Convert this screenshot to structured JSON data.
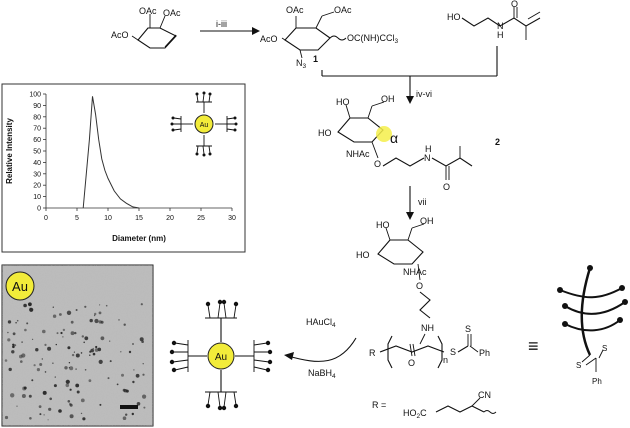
{
  "scheme": {
    "steps": {
      "step1": "i-iii",
      "step2": "iv-vi",
      "step3": "vii",
      "reduction_top": "HAuCl",
      "reduction_top_sub": "4",
      "reduction_bottom": "NaBH",
      "reduction_bottom_sub": "4"
    },
    "compounds": {
      "c1": "1",
      "c2": "2"
    },
    "groups": {
      "OAc": "OAc",
      "AcO": "AcO",
      "OCNHCCl3": "OC(NH)CCl",
      "OCNHCCl3_sub": "3",
      "N3": "N",
      "N3_sub": "3",
      "HO": "HO",
      "OH": "OH",
      "O": "O",
      "H": "H",
      "N": "N",
      "NHAc": "NHAc",
      "alpha": "α",
      "R": "R",
      "n": "n",
      "S": "S",
      "Ph": "Ph",
      "R_eq": "R =",
      "HO2C": "HO",
      "HO2C_sub": "2",
      "HO2C_tail": "C",
      "CN": "CN",
      "equiv": "≡",
      "Au": "Au"
    }
  },
  "dls_chart": {
    "chart_data": {
      "type": "line",
      "xlabel": "Diameter (nm)",
      "ylabel": "Relative Intensity",
      "xlim": [
        0,
        30
      ],
      "ylim": [
        0,
        100
      ],
      "xticks": [
        "0",
        "5",
        "10",
        "15",
        "20",
        "25",
        "30"
      ],
      "yticks": [
        "0",
        "10",
        "20",
        "30",
        "40",
        "50",
        "60",
        "70",
        "80",
        "90",
        "100"
      ],
      "series": [
        {
          "x": [
            6.0,
            6.5,
            7.0,
            7.5,
            8.0,
            8.5,
            9.0,
            9.5,
            10.0,
            11.0,
            12.0,
            13.0,
            14.0,
            15.0
          ],
          "y": [
            0,
            30,
            60,
            98,
            82,
            60,
            43,
            33,
            26,
            15,
            8,
            4,
            1,
            0
          ]
        }
      ]
    }
  },
  "tem": {
    "label": "Au"
  }
}
